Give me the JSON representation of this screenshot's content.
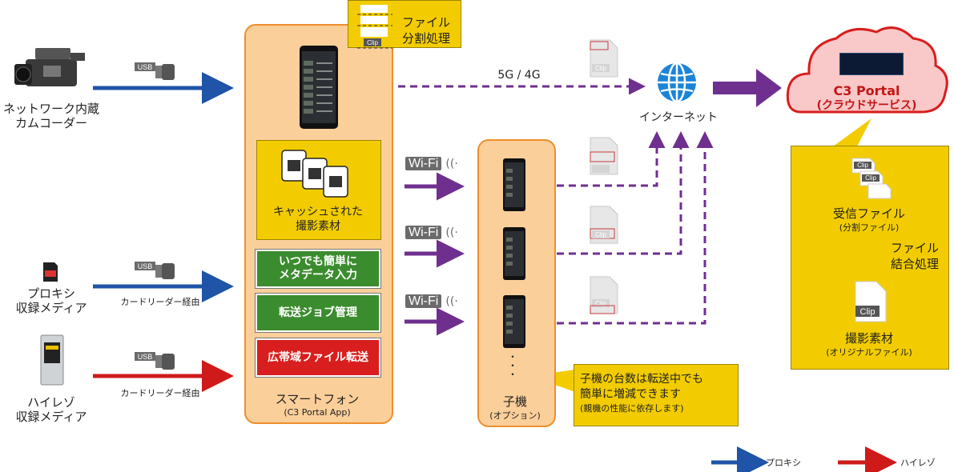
{
  "sources": {
    "camcorder": {
      "line1": "ネットワーク内蔵",
      "line2": "カムコーダー"
    },
    "proxy_media": {
      "line1": "プロキシ",
      "line2": "収録メディア"
    },
    "hires_media": {
      "line1": "ハイレゾ",
      "line2": "収録メディア"
    },
    "card_reader_1": "カードリーダー経由",
    "card_reader_2": "カードリーダー経由",
    "usb_label": "USB"
  },
  "smartphone": {
    "title": "スマートフォン",
    "subtitle": "(C3 Portal App)",
    "callout": {
      "line1": "ファイル",
      "line2": "分割処理"
    },
    "cache": {
      "line1": "キャッシュされた",
      "line2": "撮影素材"
    },
    "features": [
      {
        "line1": "いつでも簡単に",
        "line2": "メタデータ入力",
        "color": "#3b8c2e"
      },
      {
        "line1": "転送ジョブ管理",
        "line2": "",
        "color": "#3b8c2e"
      },
      {
        "line1": "広帯域ファイル転送",
        "line2": "",
        "color": "#d81e1e"
      }
    ]
  },
  "network": {
    "mobile": "5G / 4G",
    "internet": "インターネット",
    "wifi": "Wi-Fi"
  },
  "child": {
    "title": "子機",
    "subtitle": "(オプション)",
    "dots": "・\n・\n・",
    "note": {
      "line1": "子機の台数は転送中でも",
      "line2": "簡単に増減できます",
      "line3": "(親機の性能に依存します)"
    }
  },
  "cloud": {
    "title": "C3 Portal",
    "subtitle": "(クラウドサービス)"
  },
  "cloud_box": {
    "received": {
      "line1": "受信ファイル",
      "line2": "(分割ファイル)"
    },
    "merge": {
      "line1": "ファイル",
      "line2": "結合処理"
    },
    "original": {
      "line1": "撮影素材",
      "line2": "(オリジナルファイル)"
    }
  },
  "clip_label": "Clip",
  "legend": {
    "proxy": "プロキシ",
    "hires": "ハイレゾ"
  },
  "colors": {
    "blue": "#1f54a8",
    "red": "#cf1a1a",
    "purple": "#6f2f8f",
    "orange": "#ec8f2c",
    "yellow": "#f2cc00",
    "green": "#3b8c2e"
  }
}
